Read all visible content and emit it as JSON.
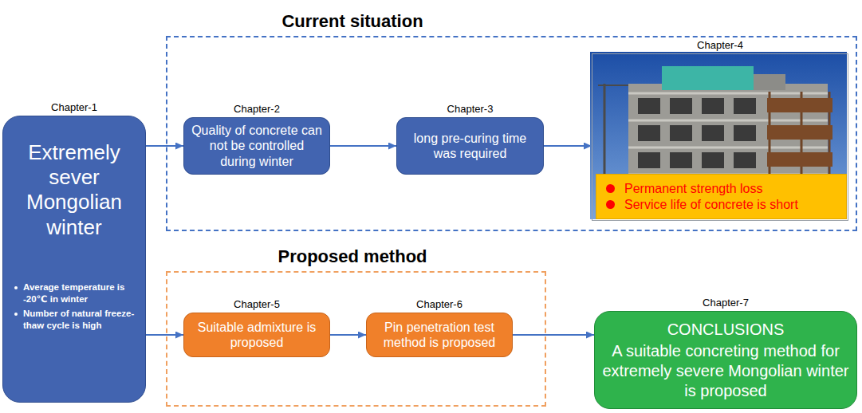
{
  "diagram": {
    "nodes": [
      {
        "text": [
          "Chapter-1",
          "Extremely sever Mongolian winter",
          "Average temperature is -20℃ in winter",
          "Number of natural freeze-thaw cycle is high"
        ]
      },
      {
        "text": [
          "Current situation"
        ]
      },
      {
        "text": [
          "Chapter-2",
          "Quality of concrete can not be controlled during winter"
        ],
        "in": 1
      },
      {
        "text": [
          "Chapter-3",
          "long pre-curing time was required"
        ],
        "in": 1
      },
      {
        "text": [
          "Chapter-4"
        ],
        "in": 1
      },
      {
        "text": [
          "Permanent strength loss",
          "Service life of concrete is short"
        ],
        "in": 4
      },
      {
        "text": [
          "Proposed method"
        ]
      },
      {
        "text": [
          "Chapter-5",
          "Suitable admixture is proposed"
        ],
        "in": 6
      },
      {
        "text": [
          "Chapter-6",
          "Pin penetration test method is proposed"
        ],
        "in": 6
      },
      {
        "text": [
          "Chapter-7",
          "CONCLUSIONS",
          "A suitable concreting method for extremely severe Mongolian winter is proposed"
        ]
      }
    ],
    "edges": [
      {
        "from": 0,
        "to": 2,
        "arrow": "to"
      },
      {
        "from": 2,
        "to": 3,
        "arrow": "to"
      },
      {
        "from": 3,
        "to": 4,
        "arrow": "to"
      },
      {
        "from": 0,
        "to": 7,
        "arrow": "to"
      },
      {
        "from": 7,
        "to": 8,
        "arrow": "to"
      },
      {
        "from": 8,
        "to": 9,
        "arrow": "to"
      }
    ]
  }
}
